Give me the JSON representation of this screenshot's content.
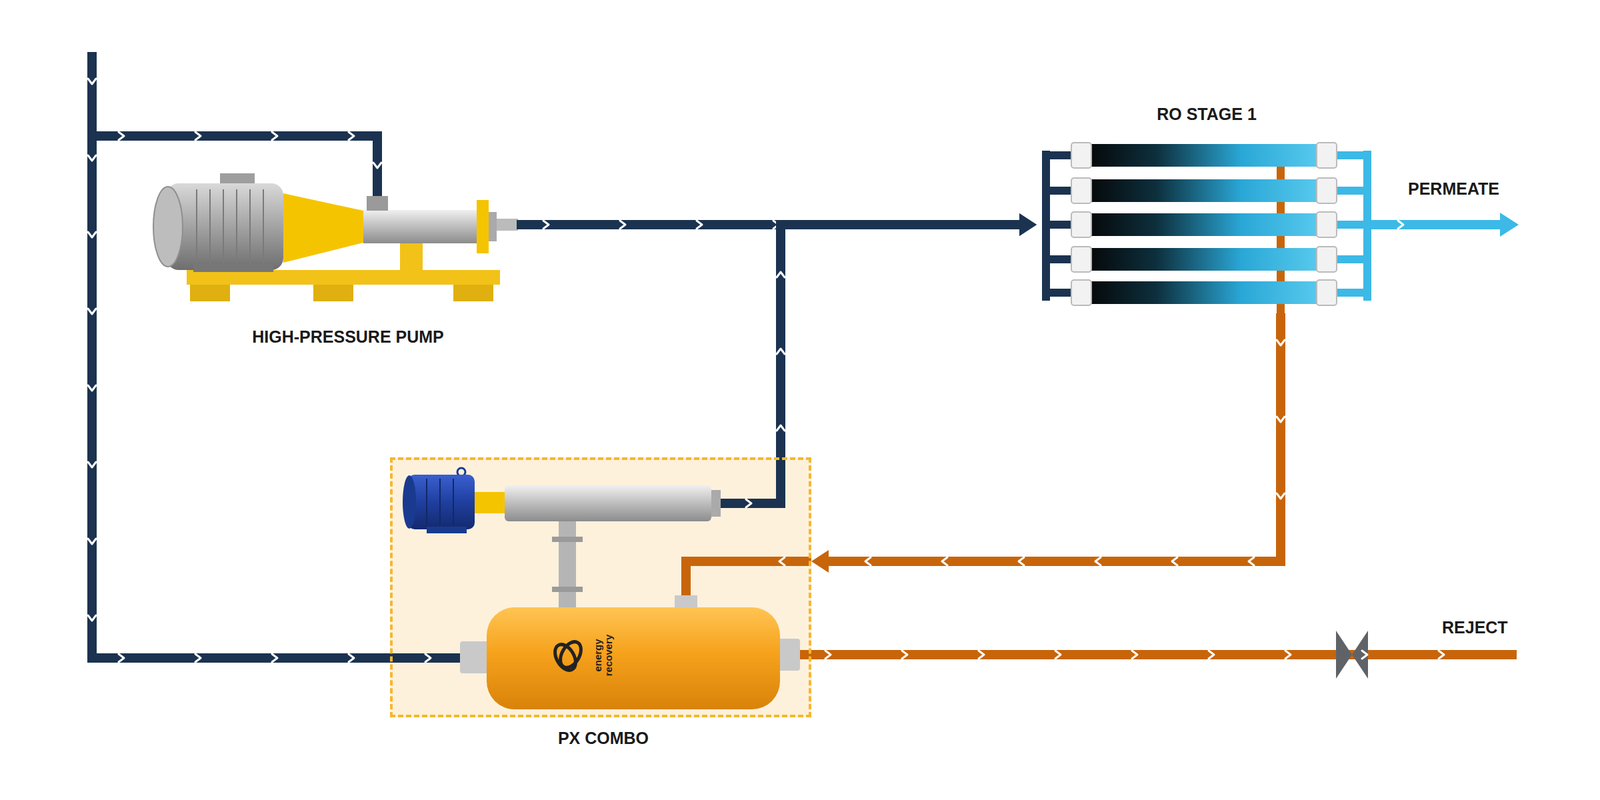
{
  "diagram": {
    "nodes": [
      {
        "text": [
          "HIGH-PRESSURE PUMP"
        ]
      },
      {
        "text": [
          "RO STAGE 1"
        ]
      },
      {
        "text": [
          "PX COMBO"
        ]
      }
    ],
    "edges": [
      {
        "from": 0,
        "to": 1,
        "arrow": "to"
      },
      {
        "from": 2,
        "to": 1,
        "arrow": "to"
      },
      {
        "from": 1,
        "to": 2,
        "arrow": "to"
      }
    ],
    "labels": [
      "PERMEATE",
      "REJECT",
      "energy recovery"
    ]
  }
}
